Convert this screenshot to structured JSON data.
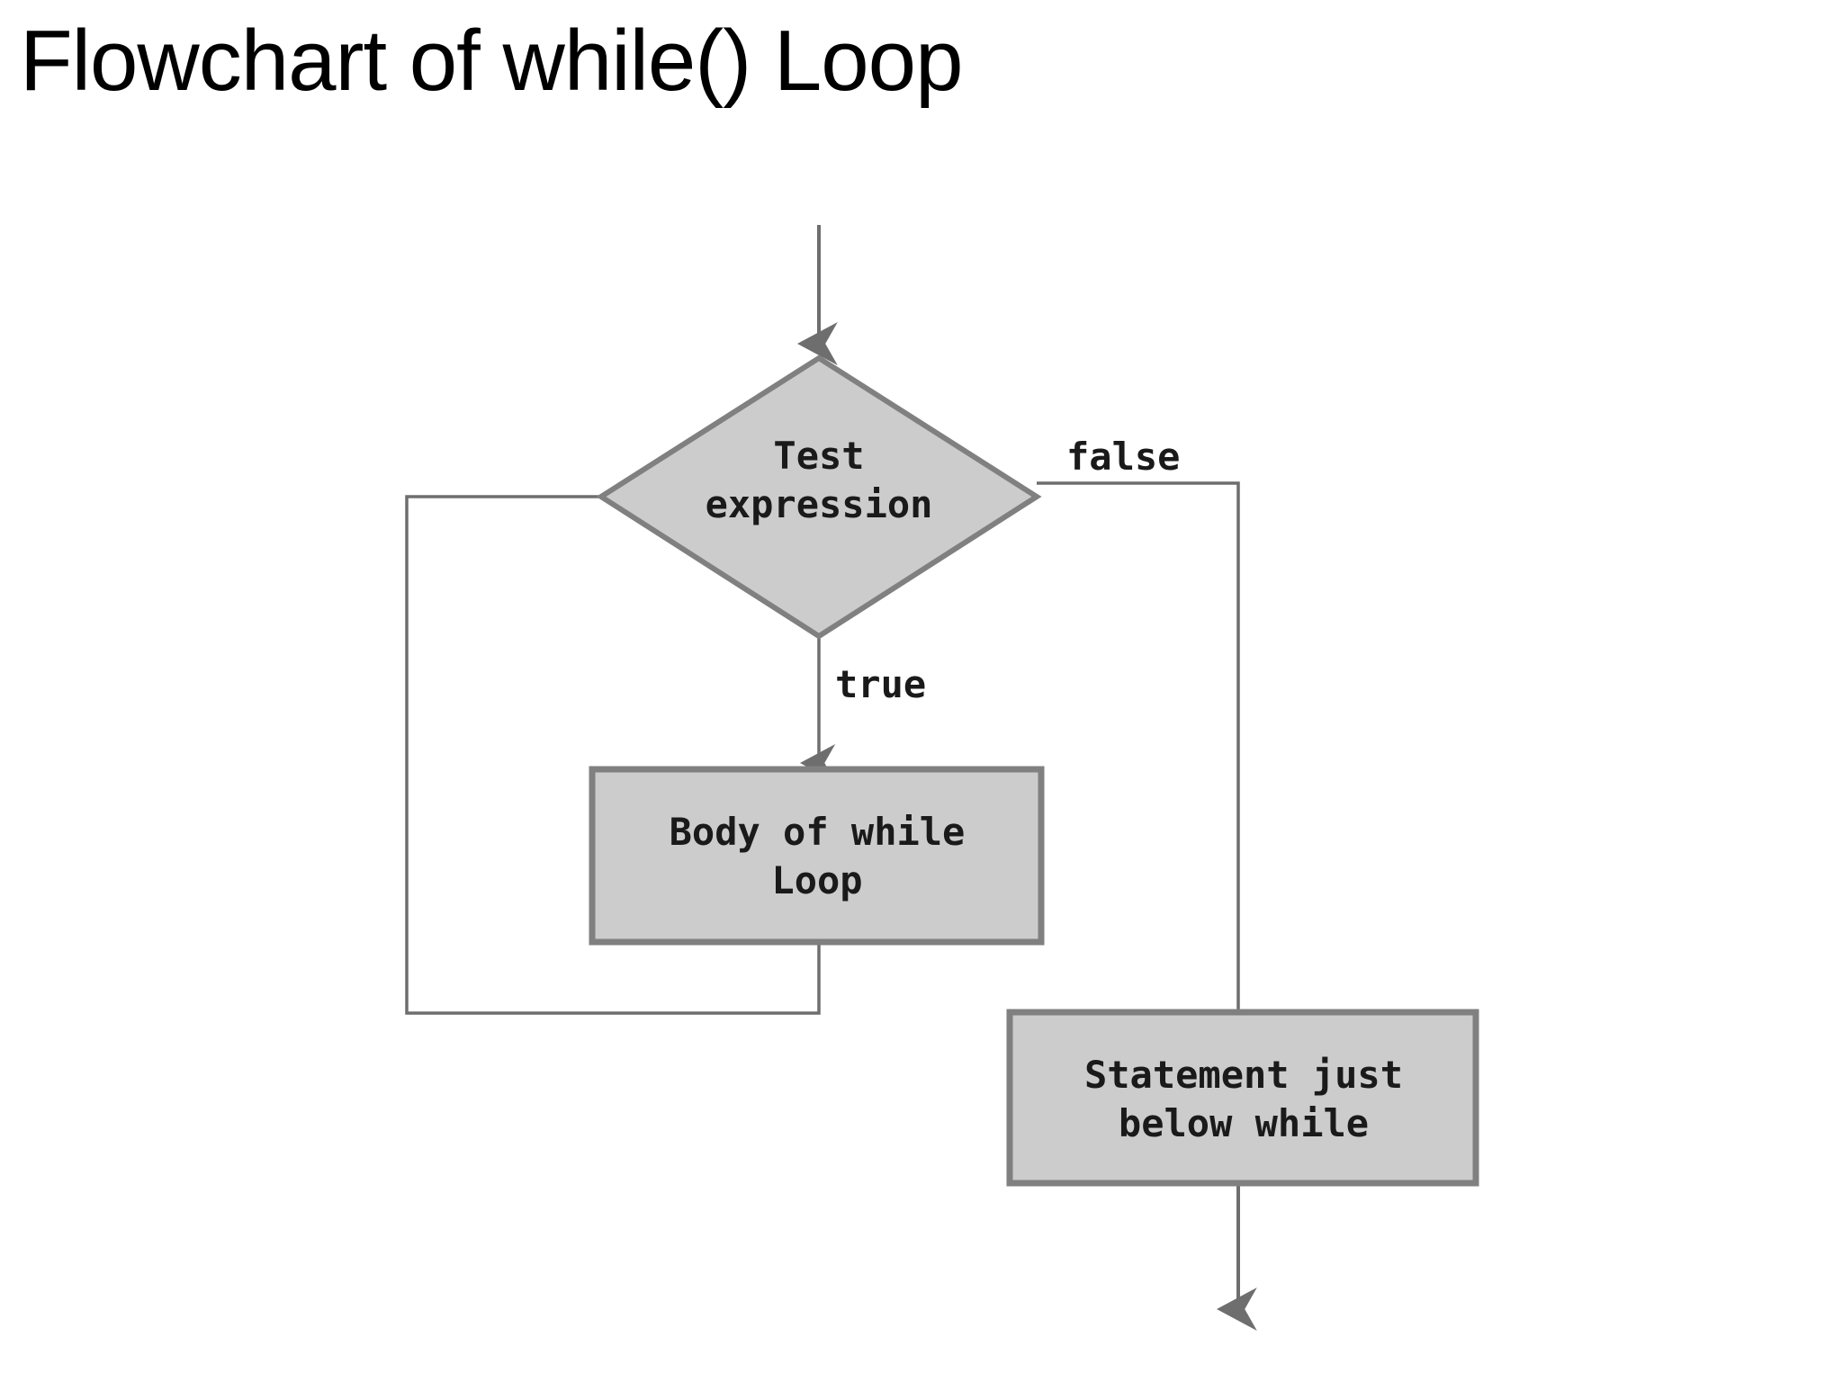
{
  "slide": {
    "title": "Flowchart of while() Loop",
    "background_color": "#ffffff",
    "title_color": "#000000"
  },
  "diagram": {
    "type": "flowchart",
    "name": "while-loop-flowchart",
    "shape_fill_color": "#cccccc",
    "shape_stroke_color": "#808080",
    "connector_color": "#6e6e6e",
    "text_color": "#1a1a1a",
    "nodes": [
      {
        "id": "test-expression",
        "shape": "diamond",
        "label_line1": "Test",
        "label_line2": "expression",
        "label": "Test expression"
      },
      {
        "id": "body-of-while-loop",
        "shape": "rectangle",
        "label_line1": "Body of while",
        "label_line2": "Loop",
        "label": "Body of while Loop"
      },
      {
        "id": "statement-below-while",
        "shape": "rectangle",
        "label_line1": "Statement just",
        "label_line2": "below while",
        "label": "Statement just below while"
      }
    ],
    "edges": [
      {
        "id": "entry",
        "from": "start",
        "to": "test-expression",
        "label": ""
      },
      {
        "id": "true-branch",
        "from": "test-expression",
        "to": "body-of-while-loop",
        "label": "true"
      },
      {
        "id": "false-branch",
        "from": "test-expression",
        "to": "statement-below-while",
        "label": "false"
      },
      {
        "id": "loop-back",
        "from": "body-of-while-loop",
        "to": "test-expression",
        "label": ""
      },
      {
        "id": "exit",
        "from": "statement-below-while",
        "to": "end",
        "label": ""
      }
    ]
  }
}
